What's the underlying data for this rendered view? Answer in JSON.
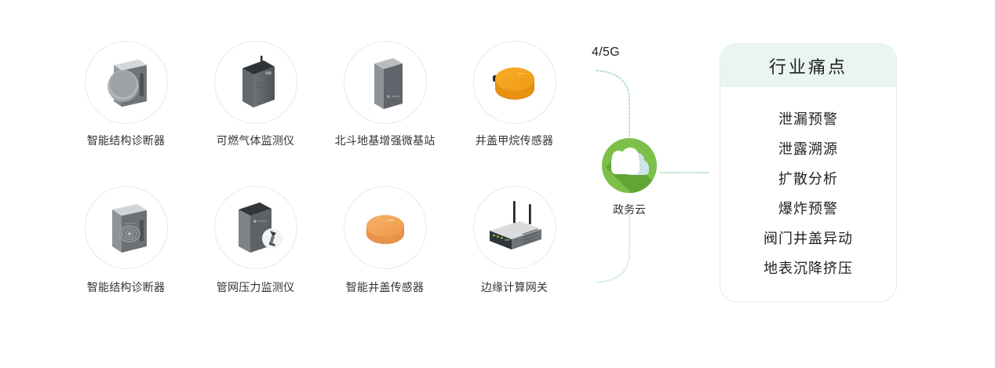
{
  "devices": {
    "rows": [
      [
        {
          "label": "智能结构诊断器",
          "icon": "structure-diagnoser-icon"
        },
        {
          "label": "可燃气体监测仪",
          "icon": "combustible-gas-monitor-icon"
        },
        {
          "label": "北斗地基增强微基站",
          "icon": "beidou-micro-base-station-icon"
        },
        {
          "label": "井盖甲烷传感器",
          "icon": "manhole-methane-sensor-icon"
        }
      ],
      [
        {
          "label": "智能结构诊断器",
          "icon": "structure-diagnoser-wireless-icon"
        },
        {
          "label": "管网压力监测仪",
          "icon": "pipe-pressure-monitor-icon"
        },
        {
          "label": "智能井盖传感器",
          "icon": "smart-manhole-sensor-icon"
        },
        {
          "label": "边缘计算网关",
          "icon": "edge-gateway-icon"
        }
      ]
    ]
  },
  "network": {
    "link_label": "4/5G",
    "cloud_label": "政务云",
    "cloud_icon": "cloud-icon"
  },
  "pain_points": {
    "title": "行业痛点",
    "items": [
      "泄漏预警",
      "泄露溯源",
      "扩散分析",
      "爆炸预警",
      "阀门井盖异动",
      "地表沉降挤压"
    ]
  },
  "colors": {
    "cloud_green": "#7cc04a",
    "cloud_shadow_green": "#62a536",
    "panel_header": "#eaf5ef",
    "panel_border": "#deefe5",
    "circle_border": "#dcefe4",
    "connector": "#b9e3d0",
    "accent_orange": "#f0a020",
    "device_gray": "#8d9296"
  }
}
